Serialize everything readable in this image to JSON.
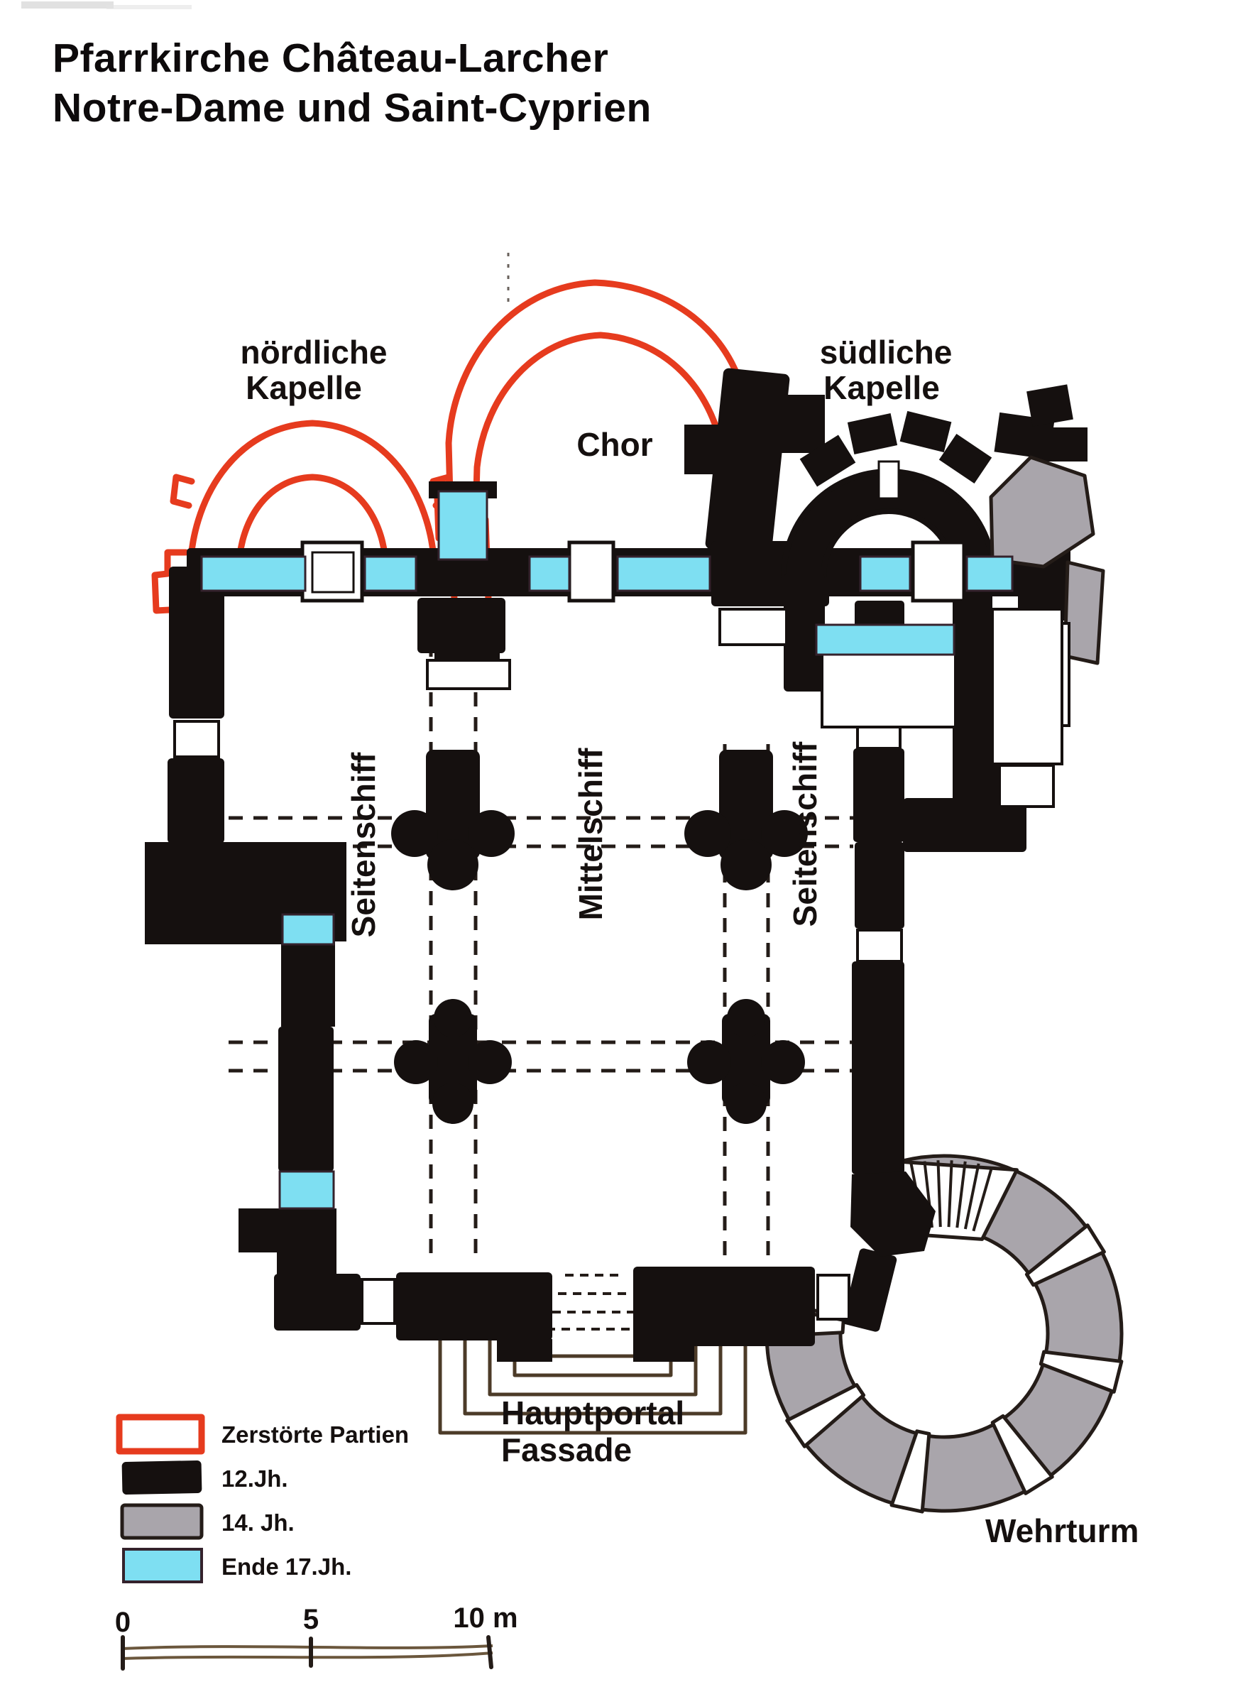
{
  "title": {
    "line1": "Pfarrkirche Château-Larcher",
    "line2": "Notre-Dame und Saint-Cyprien"
  },
  "plan": {
    "labels": {
      "north_chapel_line1": "nördliche",
      "north_chapel_line2": "Kapelle",
      "choir": "Chor",
      "south_chapel_line1": "südliche",
      "south_chapel_line2": "Kapelle",
      "aisle_left": "Seitenschiff",
      "nave": "Mittelschiff",
      "aisle_right": "Seitenschiff",
      "portal_line1": "Hauptportal",
      "portal_line2": "Fassade",
      "tower": "Wehrturm"
    }
  },
  "legend": {
    "items": [
      {
        "label": "Zerstörte Partien",
        "color": "#e63b1e",
        "style": "outline"
      },
      {
        "label": "12.Jh.",
        "color": "#15100f",
        "style": "filled"
      },
      {
        "label": "14. Jh.",
        "color": "#a9a5ab",
        "style": "filled"
      },
      {
        "label": "Ende 17.Jh.",
        "color": "#7edff2",
        "style": "filled"
      }
    ]
  },
  "scale_bar": {
    "tick0": "0",
    "tick5": "5",
    "tick10": "10 m"
  },
  "colors": {
    "destroyed_red": "#e63b1e",
    "ink_black_12c": "#15100f",
    "gray_14c": "#a9a5ab",
    "cyan_late17c": "#7edff2",
    "steps_brown": "#4c3b28",
    "paper": "#ffffff"
  }
}
